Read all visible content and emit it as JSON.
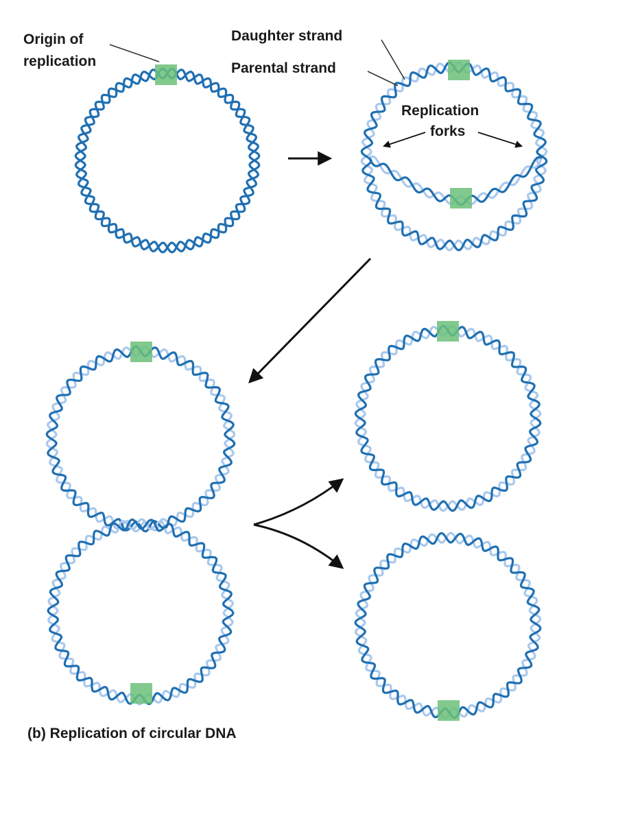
{
  "labels": {
    "origin_line1": "Origin of",
    "origin_line2": "replication",
    "daughter_strand": "Daughter strand",
    "parental_strand": "Parental strand",
    "forks_line1": "Replication",
    "forks_line2": "forks"
  },
  "caption": {
    "tag": "(b)",
    "text": "Replication of circular DNA"
  },
  "colors": {
    "parental": "#1f6fb2",
    "daughter": "#a9c8ec",
    "origin": "#6cc07a",
    "arrow": "#111111"
  }
}
